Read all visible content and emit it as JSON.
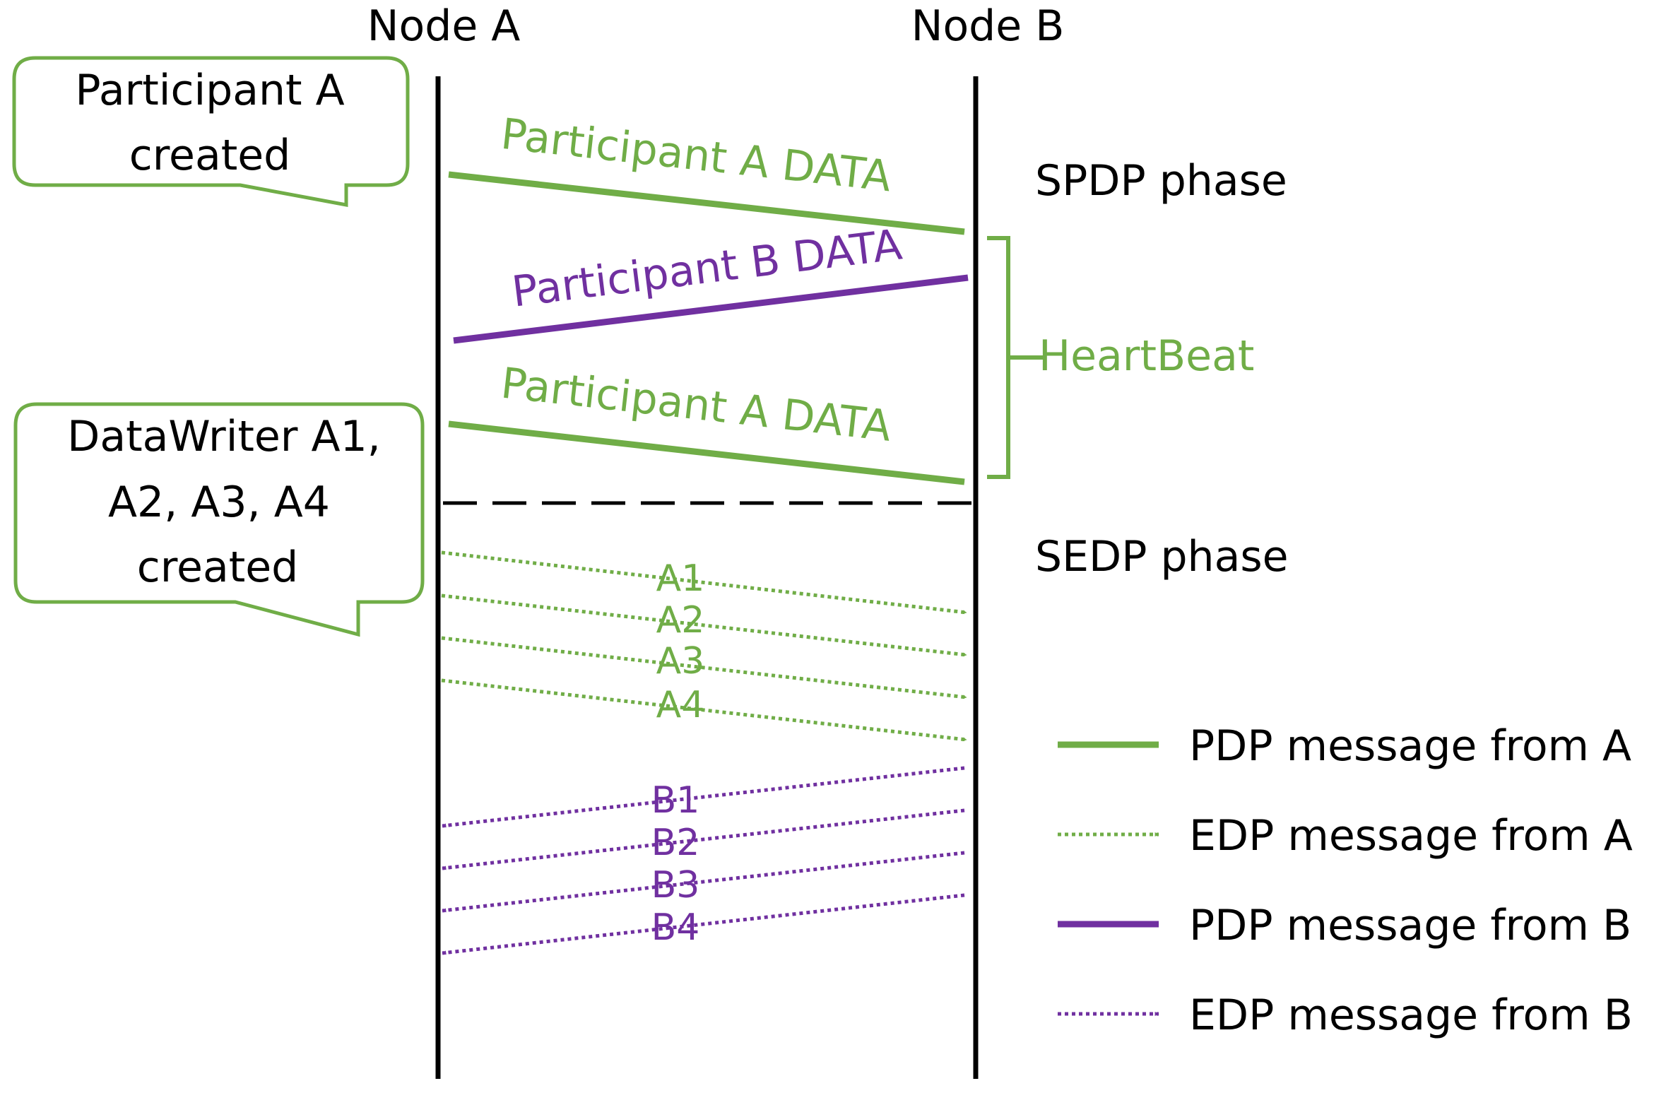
{
  "colors": {
    "green": "#70AD47",
    "purple": "#7030A0",
    "black": "#000000",
    "text": "#000000"
  },
  "nodes": {
    "a": "Node A",
    "b": "Node B"
  },
  "callouts": {
    "participant_line1": "Participant A",
    "participant_line2": "created",
    "writer_line1": "DataWriter A1,",
    "writer_line2": "A2, A3, A4",
    "writer_line3": "created"
  },
  "phases": {
    "spdp": "SPDP phase",
    "sedp": "SEDP phase",
    "heartbeat": "HeartBeat"
  },
  "messages": {
    "pdp_a_1": "Participant A DATA",
    "pdp_b": "Participant B DATA",
    "pdp_a_2": "Participant A DATA",
    "edp_a": [
      "A1",
      "A2",
      "A3",
      "A4"
    ],
    "edp_b": [
      "B1",
      "B2",
      "B3",
      "B4"
    ]
  },
  "legend": [
    {
      "label": "PDP message from A",
      "color": "green",
      "style": "solid"
    },
    {
      "label": "EDP message from A",
      "color": "green",
      "style": "dotted"
    },
    {
      "label": "PDP message from B",
      "color": "purple",
      "style": "solid"
    },
    {
      "label": "EDP message from B",
      "color": "purple",
      "style": "dotted"
    }
  ]
}
